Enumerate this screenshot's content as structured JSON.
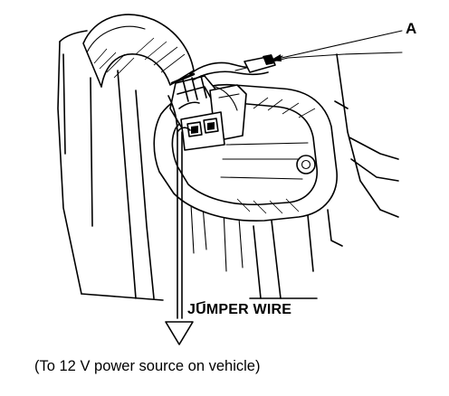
{
  "callout": {
    "label": "A"
  },
  "jumper_wire": {
    "label": "JUMPER WIRE"
  },
  "caption": {
    "text": "(To 12 V power source on vehicle)"
  },
  "illustration": {
    "subject": "connector with jumper wire routed down to vehicle power source",
    "ground_symbol": "triangle-arrow-icon"
  }
}
